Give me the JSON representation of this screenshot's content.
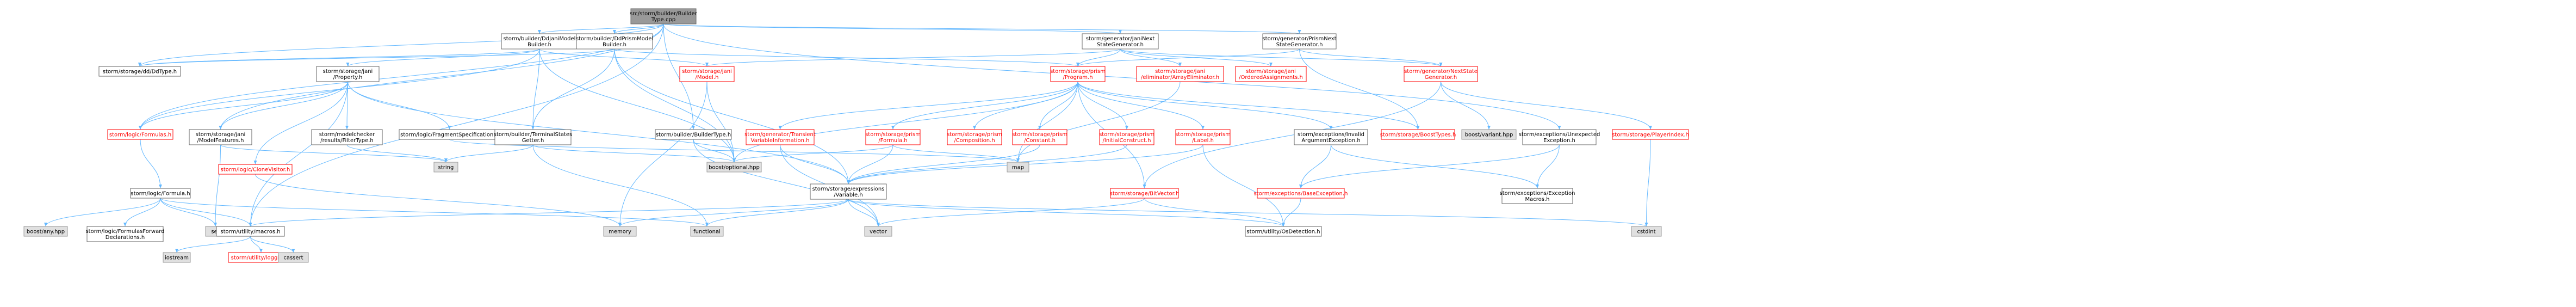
{
  "theme": {
    "edge_color": "#63b8ff",
    "normal_fill": "#ffffff",
    "normal_stroke": "#666666",
    "normal_text": "#000000",
    "missing_fill": "#ffffff",
    "missing_stroke": "#ff0000",
    "missing_text": "#ff0000",
    "root_fill": "#999999",
    "root_stroke": "#666666",
    "external_fill": "#e0e0e0",
    "external_stroke": "#999999"
  },
  "nodes": [
    {
      "id": "n1",
      "style": "root",
      "lines": [
        "src/storm/builder/Builder",
        "Type.cpp"
      ]
    },
    {
      "id": "n2",
      "style": "normal",
      "lines": [
        "storm/builder/DdJaniModel",
        "Builder.h"
      ]
    },
    {
      "id": "n3",
      "style": "normal",
      "lines": [
        "storm/builder/DdPrismModel",
        "Builder.h"
      ]
    },
    {
      "id": "n4",
      "style": "normal",
      "lines": [
        "storm/generator/JaniNext",
        "StateGenerator.h"
      ]
    },
    {
      "id": "n5",
      "style": "normal",
      "lines": [
        "storm/generator/PrismNext",
        "StateGenerator.h"
      ]
    },
    {
      "id": "n6",
      "style": "normal",
      "lines": [
        "storm/storage/dd/DdType.h"
      ]
    },
    {
      "id": "n7",
      "style": "normal",
      "lines": [
        "storm/storage/jani",
        "/Property.h"
      ]
    },
    {
      "id": "n8",
      "style": "missing",
      "lines": [
        "storm/storage/jani",
        "/Model.h"
      ]
    },
    {
      "id": "n9",
      "style": "missing",
      "lines": [
        "storm/storage/prism",
        "/Program.h"
      ]
    },
    {
      "id": "n10",
      "style": "missing",
      "lines": [
        "storm/storage/jani",
        "/eliminator/ArrayEliminator.h"
      ]
    },
    {
      "id": "n11",
      "style": "missing",
      "lines": [
        "storm/storage/jani",
        "/OrderedAssignments.h"
      ]
    },
    {
      "id": "n12",
      "style": "missing",
      "lines": [
        "storm/generator/NextState",
        "Generator.h"
      ]
    },
    {
      "id": "n13",
      "style": "missing",
      "lines": [
        "storm/logic/Formulas.h"
      ]
    },
    {
      "id": "n14",
      "style": "normal",
      "lines": [
        "storm/storage/jani",
        "/ModelFeatures.h"
      ]
    },
    {
      "id": "n15",
      "style": "normal",
      "lines": [
        "storm/modelchecker",
        "/results/FilterType.h"
      ]
    },
    {
      "id": "n16",
      "style": "normal",
      "lines": [
        "storm/logic/FragmentSpecification.h"
      ]
    },
    {
      "id": "n17",
      "style": "normal",
      "lines": [
        "storm/builder/TerminalStates",
        "Getter.h"
      ]
    },
    {
      "id": "n18",
      "style": "normal",
      "lines": [
        "storm/builder/BuilderType.h"
      ]
    },
    {
      "id": "n19",
      "style": "missing",
      "lines": [
        "storm/generator/Transient",
        "VariableInformation.h"
      ]
    },
    {
      "id": "n20",
      "style": "missing",
      "lines": [
        "storm/storage/prism",
        "/Formula.h"
      ]
    },
    {
      "id": "n21",
      "style": "missing",
      "lines": [
        "storm/storage/prism",
        "/Composition.h"
      ]
    },
    {
      "id": "n22",
      "style": "missing",
      "lines": [
        "storm/storage/prism",
        "/Constant.h"
      ]
    },
    {
      "id": "n23",
      "style": "missing",
      "lines": [
        "storm/storage/prism",
        "/InitialConstruct.h"
      ]
    },
    {
      "id": "n24",
      "style": "missing",
      "lines": [
        "storm/storage/prism",
        "/Label.h"
      ]
    },
    {
      "id": "n25",
      "style": "normal",
      "lines": [
        "storm/exceptions/Invalid",
        "ArgumentException.h"
      ]
    },
    {
      "id": "n26",
      "style": "missing",
      "lines": [
        "storm/storage/BoostTypes.h"
      ]
    },
    {
      "id": "n27",
      "style": "external",
      "lines": [
        "boost/variant.hpp"
      ]
    },
    {
      "id": "n28",
      "style": "normal",
      "lines": [
        "storm/exceptions/Unexpected",
        "Exception.h"
      ]
    },
    {
      "id": "n29",
      "style": "missing",
      "lines": [
        "storm/storage/PlayerIndex.h"
      ]
    },
    {
      "id": "n30",
      "style": "normal",
      "lines": [
        "storm/logic/Formula.h"
      ]
    },
    {
      "id": "n31",
      "style": "missing",
      "lines": [
        "storm/logic/CloneVisitor.h"
      ]
    },
    {
      "id": "n32",
      "style": "external",
      "lines": [
        "string"
      ]
    },
    {
      "id": "n33",
      "style": "external",
      "lines": [
        "boost/optional.hpp"
      ]
    },
    {
      "id": "n34",
      "style": "normal",
      "lines": [
        "storm/storage/expressions",
        "/Variable.h"
      ]
    },
    {
      "id": "n35",
      "style": "external",
      "lines": [
        "map"
      ]
    },
    {
      "id": "n36",
      "style": "missing",
      "lines": [
        "storm/storage/BitVector.h"
      ]
    },
    {
      "id": "n37",
      "style": "missing",
      "lines": [
        "storm/exceptions/BaseException.h"
      ]
    },
    {
      "id": "n38",
      "style": "normal",
      "lines": [
        "storm/exceptions/Exception",
        "Macros.h"
      ]
    },
    {
      "id": "n39",
      "style": "external",
      "lines": [
        "boost/any.hpp"
      ]
    },
    {
      "id": "n40",
      "style": "normal",
      "lines": [
        "storm/logic/FormulasForward",
        "Declarations.h"
      ]
    },
    {
      "id": "n41",
      "style": "external",
      "lines": [
        "set"
      ]
    },
    {
      "id": "n42",
      "style": "normal",
      "lines": [
        "storm/utility/macros.h"
      ]
    },
    {
      "id": "n43",
      "style": "external",
      "lines": [
        "memory"
      ]
    },
    {
      "id": "n44",
      "style": "external",
      "lines": [
        "functional"
      ]
    },
    {
      "id": "n45",
      "style": "external",
      "lines": [
        "vector"
      ]
    },
    {
      "id": "n46",
      "style": "normal",
      "lines": [
        "storm/utility/OsDetection.h"
      ]
    },
    {
      "id": "n47",
      "style": "external",
      "lines": [
        "cstdint"
      ]
    },
    {
      "id": "n48",
      "style": "external",
      "lines": [
        "iostream"
      ]
    },
    {
      "id": "n49",
      "style": "missing",
      "lines": [
        "storm/utility/logging.h"
      ]
    },
    {
      "id": "n50",
      "style": "external",
      "lines": [
        "cassert"
      ]
    }
  ],
  "edges": [
    [
      "n1",
      "n2"
    ],
    [
      "n1",
      "n3"
    ],
    [
      "n1",
      "n4"
    ],
    [
      "n1",
      "n5"
    ],
    [
      "n1",
      "n18"
    ],
    [
      "n1",
      "n13"
    ],
    [
      "n1",
      "n14"
    ],
    [
      "n1",
      "n42"
    ],
    [
      "n1",
      "n28"
    ],
    [
      "n1",
      "n6"
    ],
    [
      "n2",
      "n6"
    ],
    [
      "n2",
      "n7"
    ],
    [
      "n2",
      "n8"
    ],
    [
      "n2",
      "n17"
    ],
    [
      "n2",
      "n33"
    ],
    [
      "n2",
      "n13"
    ],
    [
      "n3",
      "n6"
    ],
    [
      "n3",
      "n9"
    ],
    [
      "n3",
      "n17"
    ],
    [
      "n3",
      "n33"
    ],
    [
      "n3",
      "n34"
    ],
    [
      "n4",
      "n8"
    ],
    [
      "n4",
      "n10"
    ],
    [
      "n4",
      "n11"
    ],
    [
      "n4",
      "n12"
    ],
    [
      "n4",
      "n9"
    ],
    [
      "n5",
      "n9"
    ],
    [
      "n5",
      "n12"
    ],
    [
      "n5",
      "n26"
    ],
    [
      "n7",
      "n13"
    ],
    [
      "n7",
      "n14"
    ],
    [
      "n7",
      "n15"
    ],
    [
      "n7",
      "n16"
    ],
    [
      "n7",
      "n31"
    ],
    [
      "n7",
      "n42"
    ],
    [
      "n7",
      "n34"
    ],
    [
      "n8",
      "n43"
    ],
    [
      "n8",
      "n33"
    ],
    [
      "n9",
      "n19"
    ],
    [
      "n9",
      "n20"
    ],
    [
      "n9",
      "n21"
    ],
    [
      "n9",
      "n22"
    ],
    [
      "n9",
      "n23"
    ],
    [
      "n9",
      "n24"
    ],
    [
      "n9",
      "n25"
    ],
    [
      "n9",
      "n26"
    ],
    [
      "n9",
      "n36"
    ],
    [
      "n9",
      "n35"
    ],
    [
      "n9",
      "n33"
    ],
    [
      "n10",
      "n35"
    ],
    [
      "n12",
      "n27"
    ],
    [
      "n12",
      "n29"
    ],
    [
      "n12",
      "n36"
    ],
    [
      "n13",
      "n30"
    ],
    [
      "n14",
      "n32"
    ],
    [
      "n14",
      "n41"
    ],
    [
      "n15",
      "n32"
    ],
    [
      "n16",
      "n35"
    ],
    [
      "n17",
      "n32"
    ],
    [
      "n17",
      "n44"
    ],
    [
      "n17",
      "n33"
    ],
    [
      "n18",
      "n45"
    ],
    [
      "n18",
      "n33"
    ],
    [
      "n19",
      "n34"
    ],
    [
      "n19",
      "n45"
    ],
    [
      "n20",
      "n34"
    ],
    [
      "n20",
      "n33"
    ],
    [
      "n20",
      "n35"
    ],
    [
      "n22",
      "n34"
    ],
    [
      "n23",
      "n34"
    ],
    [
      "n24",
      "n34"
    ],
    [
      "n24",
      "n46"
    ],
    [
      "n25",
      "n37"
    ],
    [
      "n25",
      "n38"
    ],
    [
      "n28",
      "n37"
    ],
    [
      "n28",
      "n38"
    ],
    [
      "n29",
      "n47"
    ],
    [
      "n30",
      "n39"
    ],
    [
      "n30",
      "n40"
    ],
    [
      "n30",
      "n41"
    ],
    [
      "n30",
      "n42"
    ],
    [
      "n30",
      "n44"
    ],
    [
      "n31",
      "n43"
    ],
    [
      "n34",
      "n42"
    ],
    [
      "n34",
      "n43"
    ],
    [
      "n34",
      "n44"
    ],
    [
      "n34",
      "n45"
    ],
    [
      "n34",
      "n46"
    ],
    [
      "n34",
      "n47"
    ],
    [
      "n36",
      "n45"
    ],
    [
      "n36",
      "n46"
    ],
    [
      "n37",
      "n46"
    ],
    [
      "n42",
      "n48"
    ],
    [
      "n42",
      "n49"
    ],
    [
      "n42",
      "n50"
    ]
  ]
}
